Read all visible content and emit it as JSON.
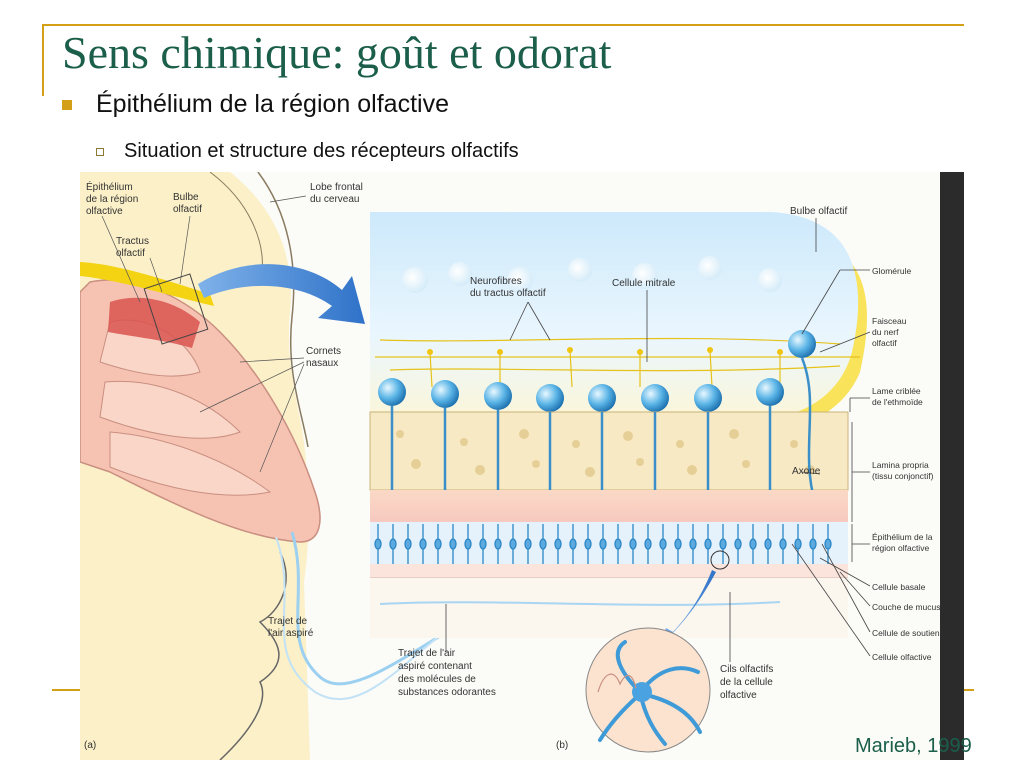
{
  "slide": {
    "title": "Sens chimique: goût et odorat",
    "bullet_level1": "Épithélium de la région olfactive",
    "bullet_level2": "Situation et structure des récepteurs olfactifs",
    "credit": "Marieb, 1999"
  },
  "figure": {
    "panel_a": {
      "tag": "(a)",
      "labels": {
        "epithelium": [
          "Épithélium",
          "de la région",
          "olfactive"
        ],
        "bulbe": [
          "Bulbe",
          "olfactif"
        ],
        "lobe": [
          "Lobe frontal",
          "du cerveau"
        ],
        "tractus": [
          "Tractus",
          "olfactif"
        ],
        "cornets": [
          "Cornets",
          "nasaux"
        ],
        "trajet_air": [
          "Trajet de",
          "l'air aspiré"
        ]
      }
    },
    "panel_b": {
      "tag": "(b)",
      "labels": {
        "bulbe": [
          "Bulbe olfactif"
        ],
        "neurofibres": [
          "Neurofibres",
          "du tractus olfactif"
        ],
        "mitrale": [
          "Cellule mitrale"
        ],
        "glomerule": [
          "Glomérule"
        ],
        "faisceau": [
          "Faisceau",
          "du nerf",
          "olfactif"
        ],
        "lame": [
          "Lame criblée",
          "de l'ethmoïde"
        ],
        "axone": [
          "Axone"
        ],
        "lamina": [
          "Lamina propria",
          "(tissu conjonctif)"
        ],
        "epithelium": [
          "Épithélium de la",
          "région olfactive"
        ],
        "basale": [
          "Cellule basale"
        ],
        "mucus": [
          "Couche de mucus"
        ],
        "soutien": [
          "Cellule de soutien"
        ],
        "olfactive": [
          "Cellule olfactive"
        ],
        "trajet_molecules": [
          "Trajet de l'air",
          "aspiré contenant",
          "des molécules de",
          "substances odorantes"
        ],
        "cils": [
          "Cils olfactifs",
          "de la cellule",
          "olfactive"
        ]
      }
    }
  }
}
